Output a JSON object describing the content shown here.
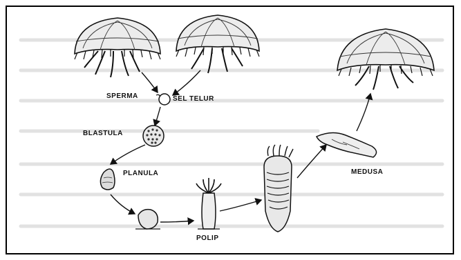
{
  "labels": {
    "sperma": "SPERMA",
    "sel_telur": "SEL TELUR",
    "blastula": "BLASTULA",
    "planula": "PLANULA",
    "polip": "POLIP",
    "medusa": "MEDUSA"
  }
}
